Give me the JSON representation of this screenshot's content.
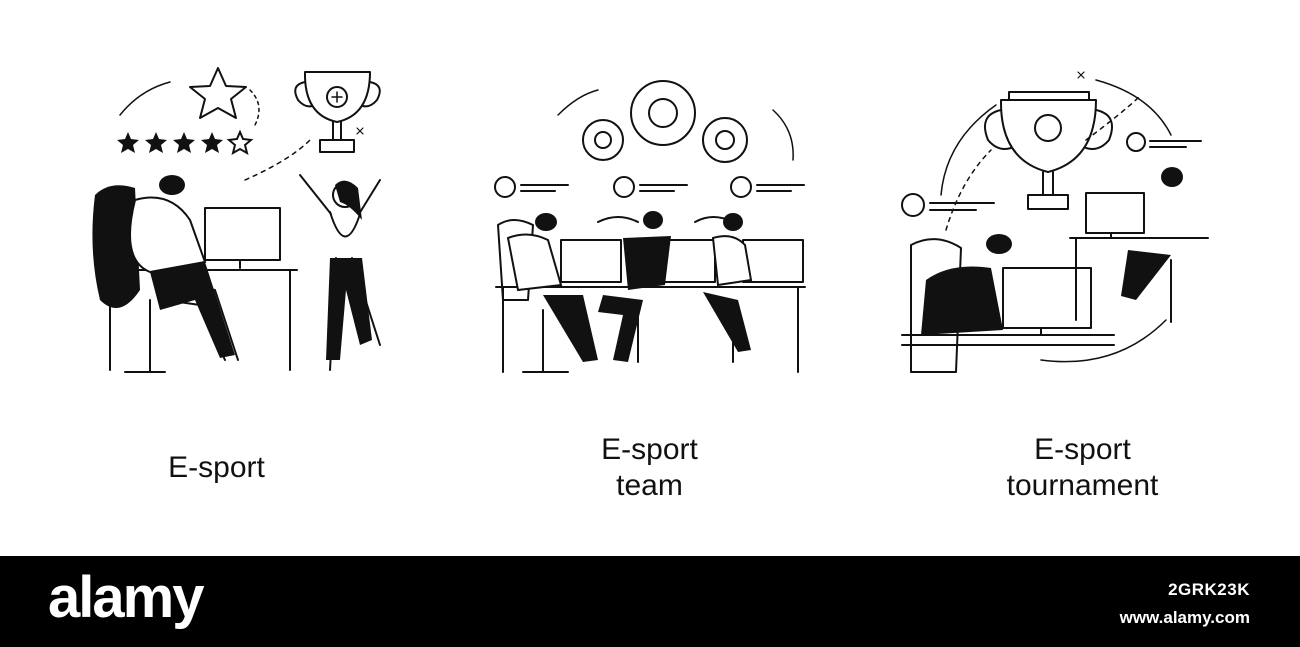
{
  "panels": [
    {
      "lines": [
        "E-sport"
      ],
      "icons": [
        "star-rating-icon",
        "trophy-icon",
        "gamer-at-computer",
        "cheering-fan"
      ]
    },
    {
      "lines": [
        "E-sport",
        "team"
      ],
      "icons": [
        "gears-icon",
        "profile-icon",
        "team-of-gamers"
      ]
    },
    {
      "lines": [
        "E-sport",
        "tournament"
      ],
      "icons": [
        "trophy-icon",
        "profile-icon",
        "opponent-gamers"
      ]
    }
  ],
  "footer": {
    "brand": "alamy",
    "image_id": "2GRK23K",
    "site_url": "www.alamy.com"
  },
  "colors": {
    "ink": "#111111",
    "footer_bg": "#000000",
    "footer_text": "#ffffff"
  }
}
